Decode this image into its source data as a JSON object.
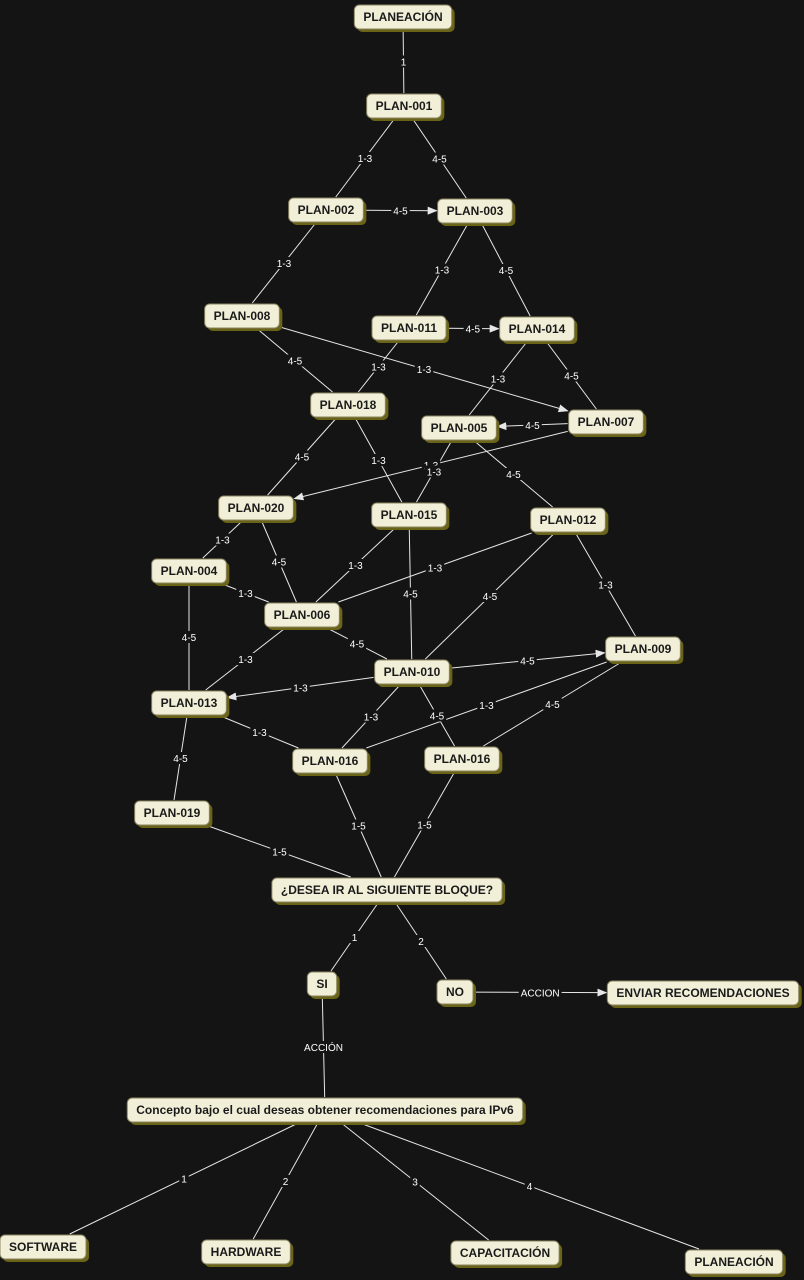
{
  "nodes": {
    "planeacion_top": "PLANEACIÓN",
    "plan001": "PLAN-001",
    "plan002": "PLAN-002",
    "plan003": "PLAN-003",
    "plan008": "PLAN-008",
    "plan011": "PLAN-011",
    "plan014": "PLAN-014",
    "plan018": "PLAN-018",
    "plan005": "PLAN-005",
    "plan007": "PLAN-007",
    "plan020": "PLAN-020",
    "plan015": "PLAN-015",
    "plan012": "PLAN-012",
    "plan004": "PLAN-004",
    "plan006": "PLAN-006",
    "plan009": "PLAN-009",
    "plan010": "PLAN-010",
    "plan013": "PLAN-013",
    "plan016a": "PLAN-016",
    "plan016b": "PLAN-016",
    "plan019": "PLAN-019",
    "desea": "¿DESEA IR AL SIGUIENTE BLOQUE?",
    "si": "SI",
    "no": "NO",
    "enviar": "ENVIAR RECOMENDACIONES",
    "concepto": "Concepto bajo el cual deseas obtener recomendaciones para IPv6",
    "software": "SOFTWARE",
    "hardware": "HARDWARE",
    "capacitacion": "CAPACITACIÓN",
    "planeacion_bottom": "PLANEACIÓN"
  },
  "edges": [
    {
      "from": "planeacion_top",
      "to": "plan001",
      "label": "1"
    },
    {
      "from": "plan001",
      "to": "plan002",
      "label": "1-3"
    },
    {
      "from": "plan001",
      "to": "plan003",
      "label": "4-5"
    },
    {
      "from": "plan002",
      "to": "plan003",
      "label": "4-5",
      "arrow": true
    },
    {
      "from": "plan002",
      "to": "plan008",
      "label": "1-3"
    },
    {
      "from": "plan003",
      "to": "plan011",
      "label": "1-3"
    },
    {
      "from": "plan003",
      "to": "plan014",
      "label": "4-5"
    },
    {
      "from": "plan011",
      "to": "plan014",
      "label": "4-5",
      "arrow": true
    },
    {
      "from": "plan008",
      "to": "plan018",
      "label": "4-5"
    },
    {
      "from": "plan008",
      "to": "plan007",
      "label": "1-3",
      "arrow": true
    },
    {
      "from": "plan011",
      "to": "plan018",
      "label": "1-3"
    },
    {
      "from": "plan014",
      "to": "plan005",
      "label": "1-3"
    },
    {
      "from": "plan014",
      "to": "plan007",
      "label": "4-5"
    },
    {
      "from": "plan007",
      "to": "plan005",
      "label": "4-5",
      "arrow": true
    },
    {
      "from": "plan007",
      "to": "plan020",
      "label": "1-3",
      "arrow": true
    },
    {
      "from": "plan018",
      "to": "plan020",
      "label": "4-5"
    },
    {
      "from": "plan018",
      "to": "plan015",
      "label": "1-3"
    },
    {
      "from": "plan005",
      "to": "plan015",
      "label": "1-3"
    },
    {
      "from": "plan005",
      "to": "plan012",
      "label": "4-5"
    },
    {
      "from": "plan020",
      "to": "plan004",
      "label": "1-3"
    },
    {
      "from": "plan020",
      "to": "plan006",
      "label": "4-5"
    },
    {
      "from": "plan015",
      "to": "plan006",
      "label": "1-3"
    },
    {
      "from": "plan015",
      "to": "plan010",
      "label": "4-5"
    },
    {
      "from": "plan012",
      "to": "plan006",
      "label": "1-3"
    },
    {
      "from": "plan012",
      "to": "plan010",
      "label": "4-5"
    },
    {
      "from": "plan012",
      "to": "plan009",
      "label": "1-3"
    },
    {
      "from": "plan004",
      "to": "plan006",
      "label": "1-3"
    },
    {
      "from": "plan004",
      "to": "plan013",
      "label": "4-5"
    },
    {
      "from": "plan006",
      "to": "plan013",
      "label": "1-3"
    },
    {
      "from": "plan006",
      "to": "plan010",
      "label": "4-5"
    },
    {
      "from": "plan010",
      "to": "plan009",
      "label": "4-5",
      "arrow": true
    },
    {
      "from": "plan010",
      "to": "plan013",
      "label": "1-3",
      "arrow": true
    },
    {
      "from": "plan010",
      "to": "plan016a",
      "label": "1-3"
    },
    {
      "from": "plan010",
      "to": "plan016b",
      "label": "4-5"
    },
    {
      "from": "plan009",
      "to": "plan016a",
      "label": "1-3"
    },
    {
      "from": "plan009",
      "to": "plan016b",
      "label": "4-5"
    },
    {
      "from": "plan013",
      "to": "plan016a",
      "label": "1-3"
    },
    {
      "from": "plan013",
      "to": "plan019",
      "label": "4-5"
    },
    {
      "from": "plan019",
      "to": "desea",
      "label": "1-5"
    },
    {
      "from": "plan016a",
      "to": "desea",
      "label": "1-5"
    },
    {
      "from": "plan016b",
      "to": "desea",
      "label": "1-5"
    },
    {
      "from": "desea",
      "to": "si",
      "label": "1"
    },
    {
      "from": "desea",
      "to": "no",
      "label": "2"
    },
    {
      "from": "no",
      "to": "enviar",
      "label": "ACCION",
      "arrow": true
    },
    {
      "from": "si",
      "to": "concepto",
      "label": "ACCIÓN"
    },
    {
      "from": "concepto",
      "to": "software",
      "label": "1"
    },
    {
      "from": "concepto",
      "to": "hardware",
      "label": "2"
    },
    {
      "from": "concepto",
      "to": "capacitacion",
      "label": "3"
    },
    {
      "from": "concepto",
      "to": "planeacion_bottom",
      "label": "4"
    }
  ]
}
